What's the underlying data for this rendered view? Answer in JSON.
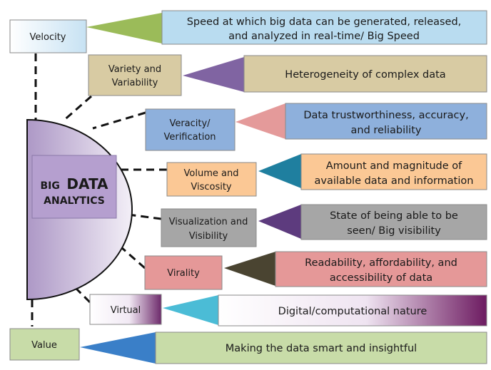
{
  "hub": {
    "line1_small": "BIG",
    "line1_big": "DATA",
    "line2": "ANALYTICS"
  },
  "items": [
    {
      "term": [
        "Velocity"
      ],
      "description": [
        "Speed at which big data can be generated, released,",
        "and analyzed in real-time/ Big Speed"
      ],
      "term_color": "#ddeef8",
      "desc_color": "#b9dcf0",
      "wedge_color": "#9bbb59"
    },
    {
      "term": [
        "Variety and",
        "Variability"
      ],
      "description": [
        "Heterogeneity of complex data"
      ],
      "term_color": "#d8cba3",
      "desc_color": "#d8cba3",
      "wedge_color": "#8064a2"
    },
    {
      "term": [
        "Veracity/",
        "Verification"
      ],
      "description": [
        "Data trustworthiness, accuracy,",
        "and reliability"
      ],
      "term_color": "#8eb0dc",
      "desc_color": "#8eb0dc",
      "wedge_color": "#e49a9a"
    },
    {
      "term": [
        "Volume and",
        "Viscosity"
      ],
      "description": [
        "Amount and magnitude of",
        "available data and information"
      ],
      "term_color": "#fbc895",
      "desc_color": "#fbc895",
      "wedge_color": "#1f7f9f"
    },
    {
      "term": [
        "Visualization and",
        "Visibility"
      ],
      "description": [
        "State of being able to be",
        "seen/ Big visibility"
      ],
      "term_color": "#a6a6a6",
      "desc_color": "#a6a6a6",
      "wedge_color": "#5d3b7e"
    },
    {
      "term": [
        "Virality"
      ],
      "description": [
        "Readability, affordability, and",
        "accessibility of data"
      ],
      "term_color": "#e59898",
      "desc_color": "#e59898",
      "wedge_color": "#4a4431"
    },
    {
      "term": [
        "Virtual"
      ],
      "description": [
        "Digital/computational nature"
      ],
      "term_color": "#ede4f2",
      "desc_color": "#ede4f2",
      "wedge_color": "#4bbcd6"
    },
    {
      "term": [
        "Value"
      ],
      "description": [
        "Making the data smart and insightful"
      ],
      "term_color": "#c8dca8",
      "desc_color": "#c8dca8",
      "wedge_color": "#3a7fc8"
    }
  ]
}
